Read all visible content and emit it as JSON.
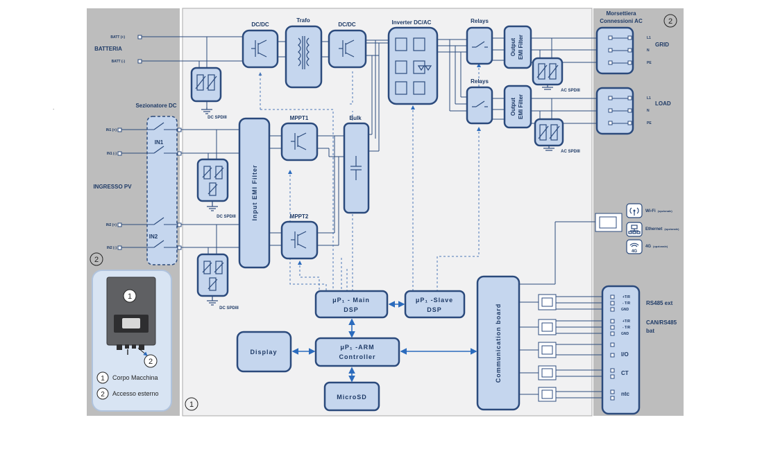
{
  "left_panel": {
    "battery_title": "BATTERIA",
    "batt_plus": "BATT (+)",
    "batt_minus": "BATT (-)",
    "dc_switch_title": "Sezionatore DC",
    "pv_title": "INGRESSO PV",
    "in1": "IN1",
    "in2": "IN2",
    "in1_plus": "IN1 (+)",
    "in1_minus": "IN1 (-)",
    "in2_plus": "IN2 (+)",
    "in2_minus": "IN2 (-)",
    "badge": "2"
  },
  "legend": {
    "item1_num": "1",
    "item1_label": "Corpo Macchina",
    "item2_num": "2",
    "item2_label": "Accesso esterno",
    "device_num1": "1",
    "device_num2": "2"
  },
  "center": {
    "badge": "1",
    "dcdc1": "DC/DC",
    "trafo": "Trafo",
    "dcdc2": "DC/DC",
    "inverter": "Inverter DC/AC",
    "relays1": "Relays",
    "relays2": "Relays",
    "output_emi": "Output",
    "output_emi2": "EMI Filter",
    "mppt1": "MPPT1",
    "mppt2": "MPPT2",
    "bulk": "Bulk",
    "input_emi": "Input EMI Filter",
    "dc_spd": "DC SPDIII",
    "ac_spd": "AC SPDIII",
    "main_dsp_1": "μP₁ - Main",
    "main_dsp_2": "DSP",
    "slave_dsp_1": "μP₁ -Slave",
    "slave_dsp_2": "DSP",
    "display": "Display",
    "arm_1": "μP₁ -ARM",
    "arm_2": "Controller",
    "microsd": "MicroSD",
    "comm_board": "Communication board"
  },
  "right_panel": {
    "badge": "2",
    "title_1": "Morsettiera",
    "title_2": "Connessioni AC",
    "grid": "GRID",
    "load": "LOAD",
    "l1": "L1",
    "n": "N",
    "pe": "PE",
    "wifi": "Wi-Fi",
    "wifi_opt": "(opzionale)",
    "ethernet": "Ethernet",
    "ethernet_opt": "(opzionale)",
    "g4": "4G",
    "g4_opt": "(opzionale)",
    "g4_icon": "4G",
    "rs485": "RS485 ext",
    "can_1": "CAN/RS485",
    "can_2": "bat",
    "io": "I/O",
    "ct": "CT",
    "ntc": "ntc",
    "tr_plus": "+T/R",
    "tr_minus": "- T/R",
    "gnd": "GND"
  }
}
